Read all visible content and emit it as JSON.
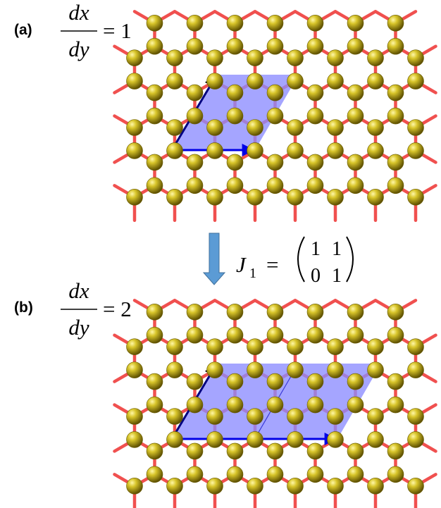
{
  "panel_a": {
    "label": "(a)",
    "numerator": "dx",
    "denominator": "dy",
    "rhs": "= 1"
  },
  "panel_b": {
    "label": "(b)",
    "numerator": "dx",
    "denominator": "dy",
    "rhs": "= 2"
  },
  "transform": {
    "name": "J",
    "subscript": "1",
    "equals": "=",
    "matrix": [
      [
        "1",
        "1"
      ],
      [
        "0",
        "1"
      ]
    ]
  },
  "colors": {
    "bond": "#f0504f",
    "atom": "#c9b416",
    "cell_fill": "#8c8cff",
    "vector_a": "#000080",
    "vector_b": "#0000e6",
    "arrow_down": "#5b9bd5"
  }
}
